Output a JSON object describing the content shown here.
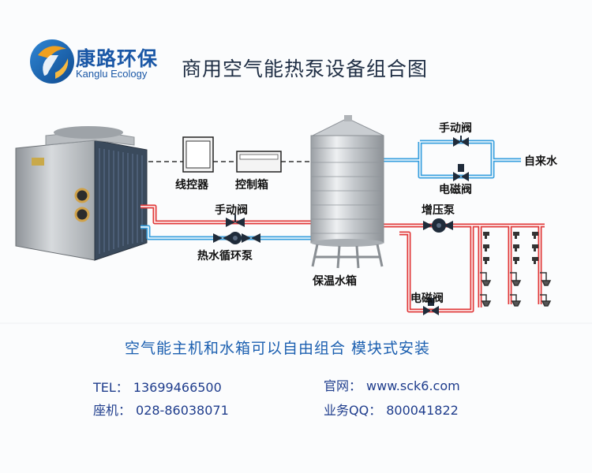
{
  "brand": {
    "name_cn": "康路环保",
    "name_en": "Kanglu Ecology"
  },
  "title": "商用空气能热泵设备组合图",
  "labels": {
    "line_controller": "线控器",
    "control_box": "控制箱",
    "manual_valve_top": "手动阀",
    "tap_water": "自来水",
    "solenoid_valve_top": "电磁阀",
    "manual_valve_left": "手动阀",
    "booster_pump": "增压泵",
    "circulation_pump": "热水循环泵",
    "insulated_tank": "保温水箱",
    "solenoid_valve_bottom": "电磁阀"
  },
  "slogan": "空气能主机和水箱可以自由组合 模块式安装",
  "contact": {
    "tel_label": "TEL：",
    "tel_value": "13699466500",
    "landline_label": "座机：",
    "landline_value": "028-86038071",
    "website_label": "官网：",
    "website_value": "www.sck6.com",
    "qq_label": "业务QQ：",
    "qq_value": "800041822"
  },
  "colors": {
    "brand_blue": "#1a57a6",
    "hot_pipe": "#e03a3a",
    "cold_pipe": "#3aa0de",
    "contact_text": "#1e3c8c"
  },
  "icons": [
    "brand-logo-icon",
    "heat-pump-unit",
    "line-controller-icon",
    "control-box-icon",
    "water-tank-icon",
    "valve-icon",
    "pump-icon",
    "shower-head-icon",
    "faucet-icon"
  ]
}
